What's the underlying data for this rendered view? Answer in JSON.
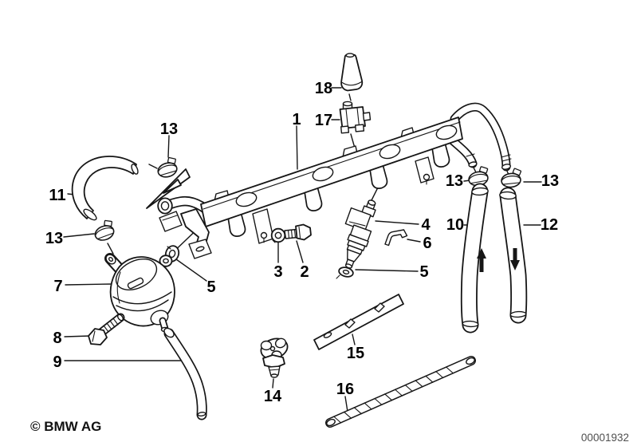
{
  "figure": {
    "copyright": "© BMW AG",
    "drawing_number": "00001932"
  },
  "callouts": [
    "13",
    "11",
    "13",
    "7",
    "8",
    "9",
    "1",
    "18",
    "17",
    "3",
    "2",
    "5",
    "4",
    "6",
    "5",
    "10",
    "12",
    "13",
    "13",
    "15",
    "14",
    "16"
  ]
}
